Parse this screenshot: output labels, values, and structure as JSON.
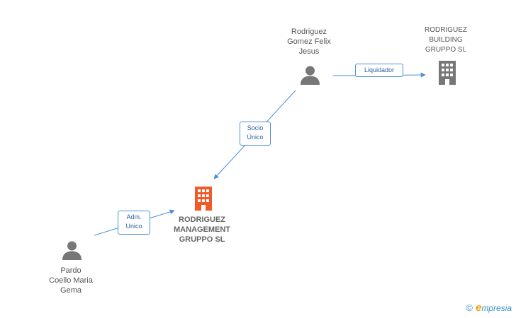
{
  "nodes": {
    "rodriguez_gomez": {
      "label": "Rodriguez\nGomez Felix\nJesus",
      "type": "person"
    },
    "rodriguez_building": {
      "label": "RODRIGUEZ\nBUILDING\nGRUPPO SL",
      "type": "company",
      "color": "#777777"
    },
    "rodriguez_management": {
      "label": "RODRIGUEZ\nMANAGEMENT\nGRUPPO SL",
      "type": "company",
      "color": "#f05a28"
    },
    "pardo_coello": {
      "label": "Pardo\nCoello Maria\nGema",
      "type": "person"
    }
  },
  "edges": {
    "liquidador": {
      "label": "Liquidador"
    },
    "socio_unico": {
      "label": "Socio\nÚnico"
    },
    "adm_unico": {
      "label": "Adm.\nUnico"
    }
  },
  "colors": {
    "edge": "#4a90d9",
    "person": "#777777"
  },
  "footer": {
    "copyright": "©",
    "brand_initial": "e",
    "brand_rest": "mpresia"
  }
}
